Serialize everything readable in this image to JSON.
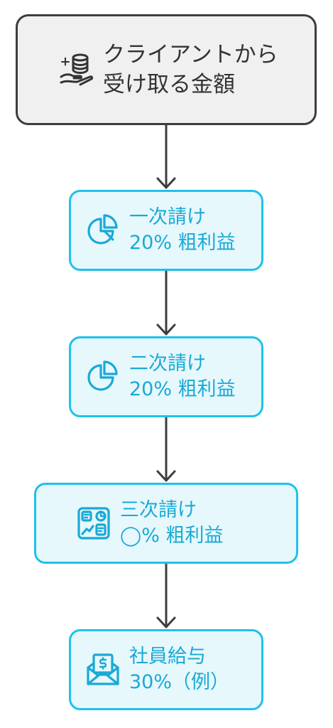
{
  "colors": {
    "top_fill": "#f0f0f0",
    "top_border": "#3d3d3d",
    "node_fill": "#e6f8fc",
    "node_border": "#1fc1ea",
    "node_text": "#1aa9d6",
    "arrow": "#3d3d3d"
  },
  "nodes": [
    {
      "id": "client-payment",
      "icon": "coin-hand-icon",
      "lines": [
        "クライアントから",
        "受け取る金額"
      ]
    },
    {
      "id": "primary-subcontract",
      "icon": "pie-chart-icon",
      "lines": [
        "一次請け",
        "20% 粗利益"
      ]
    },
    {
      "id": "secondary-subcontract",
      "icon": "pie-chart-icon",
      "lines": [
        "二次請け",
        "20% 粗利益"
      ]
    },
    {
      "id": "tertiary-subcontract",
      "icon": "dashboard-chart-icon",
      "lines": [
        "三次請け",
        "◯% 粗利益"
      ]
    },
    {
      "id": "employee-salary",
      "icon": "salary-envelope-icon",
      "lines": [
        "社員給与",
        "30%（例）"
      ]
    }
  ],
  "edges": [
    {
      "from": "client-payment",
      "to": "primary-subcontract"
    },
    {
      "from": "primary-subcontract",
      "to": "secondary-subcontract"
    },
    {
      "from": "secondary-subcontract",
      "to": "tertiary-subcontract"
    },
    {
      "from": "tertiary-subcontract",
      "to": "employee-salary"
    }
  ]
}
